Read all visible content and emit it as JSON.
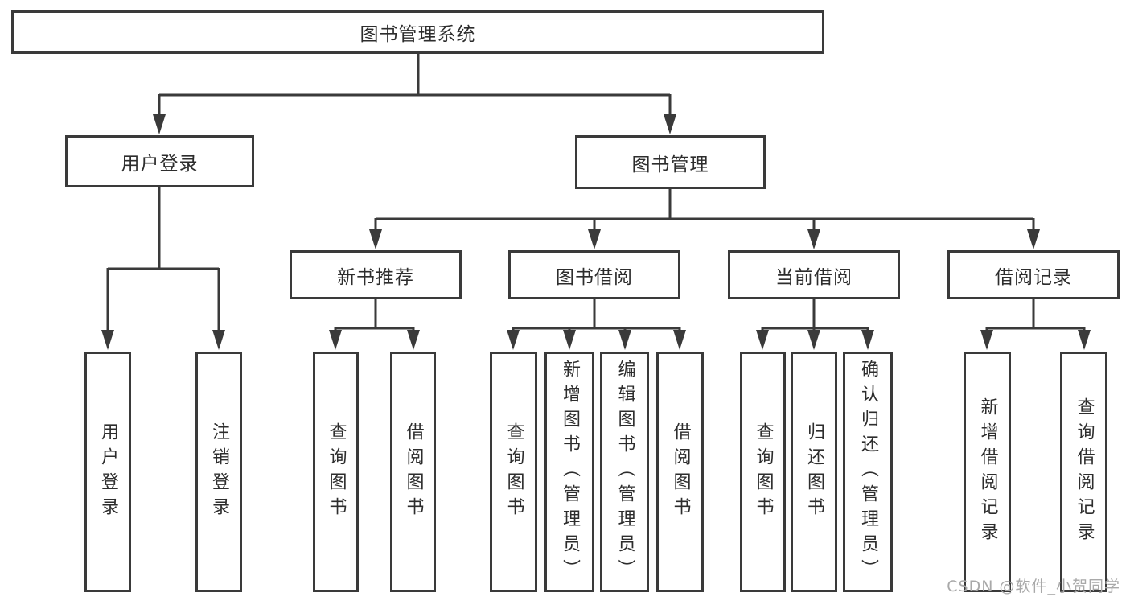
{
  "diagram": {
    "watermark": "CSDN @软件_小贺同学",
    "colors": {
      "line": "#3a3a3a",
      "text": "#2d2d2d",
      "background": "#ffffff",
      "watermark": "#a9a9a9"
    },
    "root": {
      "label": "图书管理系统"
    },
    "branches": [
      {
        "label": "用户登录",
        "children": [
          {
            "label": "用户登录"
          },
          {
            "label": "注销登录"
          }
        ]
      },
      {
        "label": "图书管理",
        "children": [
          {
            "label": "新书推荐",
            "children": [
              {
                "label": "查询图书"
              },
              {
                "label": "借阅图书"
              }
            ]
          },
          {
            "label": "图书借阅",
            "children": [
              {
                "label": "查询图书"
              },
              {
                "label": "新增图书（管理员）"
              },
              {
                "label": "编辑图书（管理员）"
              },
              {
                "label": "借阅图书"
              }
            ]
          },
          {
            "label": "当前借阅",
            "children": [
              {
                "label": "查询图书"
              },
              {
                "label": "归还图书"
              },
              {
                "label": "确认归还（管理员）"
              }
            ]
          },
          {
            "label": "借阅记录",
            "children": [
              {
                "label": "新增借阅记录"
              },
              {
                "label": "查询借阅记录"
              }
            ]
          }
        ]
      }
    ]
  }
}
